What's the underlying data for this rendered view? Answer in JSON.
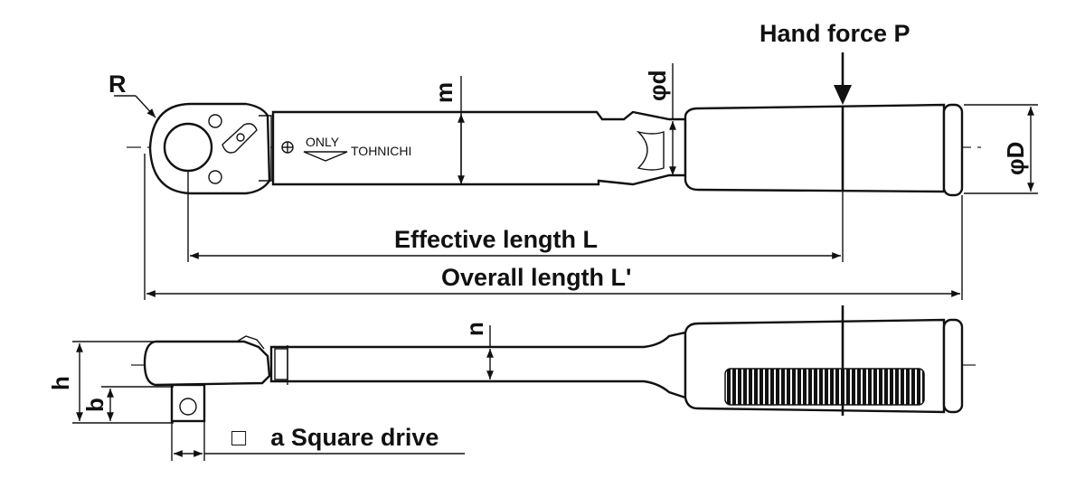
{
  "labels": {
    "hand_force": "Hand force P",
    "radius": "R",
    "m": "m",
    "phi_d": "φd",
    "phi_D": "φD",
    "effective_length": "Effective length L",
    "overall_length": "Overall length L'",
    "n": "n",
    "h": "h",
    "b": "b",
    "square_drive": "□　a Square drive",
    "only": "ONLY",
    "brand": "TOHNICHI"
  },
  "colors": {
    "line": "#111111",
    "background": "#ffffff"
  }
}
